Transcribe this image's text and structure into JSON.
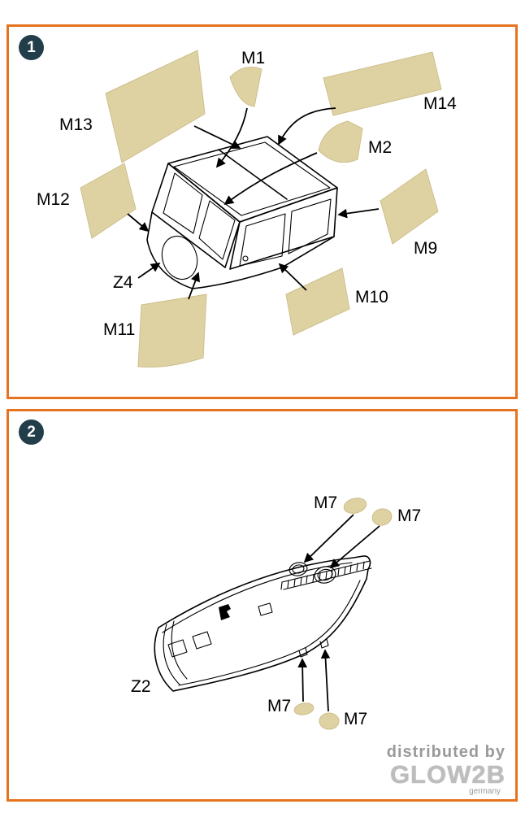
{
  "colors": {
    "panel-border": "#E5731F",
    "mask-fill": "#DFD2A2",
    "mask-stroke": "#CDBE8C",
    "badge-bg": "#223E4B",
    "badge-text": "#FFFFFF",
    "line": "#000000",
    "watermark": "#9A9A9A",
    "brand": "#BDBDBD"
  },
  "panel1": {
    "step": "1",
    "part_label": "Z4",
    "mask_labels": {
      "m13": "M13",
      "m1": "M1",
      "m14": "M14",
      "m2": "M2",
      "m9": "M9",
      "m10": "M10",
      "m11": "M11",
      "m12": "M12"
    }
  },
  "panel2": {
    "step": "2",
    "part_label": "Z2",
    "mask_labels": {
      "m7_top_left": "M7",
      "m7_top_right": "M7",
      "m7_bottom_left": "M7",
      "m7_bottom_right": "M7"
    }
  },
  "watermark": {
    "distributed_by": "distributed by",
    "brand": "GLOW2B",
    "country": "germany"
  }
}
